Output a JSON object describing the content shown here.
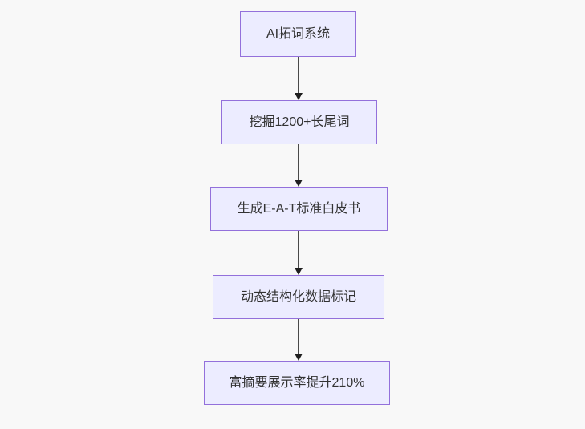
{
  "flowchart": {
    "direction": "top-down",
    "nodes": [
      {
        "id": "n1",
        "label": "AI拓词系统"
      },
      {
        "id": "n2",
        "label": "挖掘1200+长尾词"
      },
      {
        "id": "n3",
        "label": "生成E-A-T标准白皮书"
      },
      {
        "id": "n4",
        "label": "动态结构化数据标记"
      },
      {
        "id": "n5",
        "label": "富摘要展示率提升210%"
      }
    ],
    "edges": [
      {
        "from": "n1",
        "to": "n2",
        "arrow": "down"
      },
      {
        "from": "n2",
        "to": "n3",
        "arrow": "down"
      },
      {
        "from": "n3",
        "to": "n4",
        "arrow": "down"
      },
      {
        "from": "n4",
        "to": "n5",
        "arrow": "down"
      }
    ],
    "colors": {
      "background": "#f8f8f8",
      "node_fill": "#ECECFF",
      "node_border": "#9370DB",
      "edge_line": "#4a4a4a",
      "arrowhead": "#1f1f1f",
      "text": "#333333"
    }
  }
}
